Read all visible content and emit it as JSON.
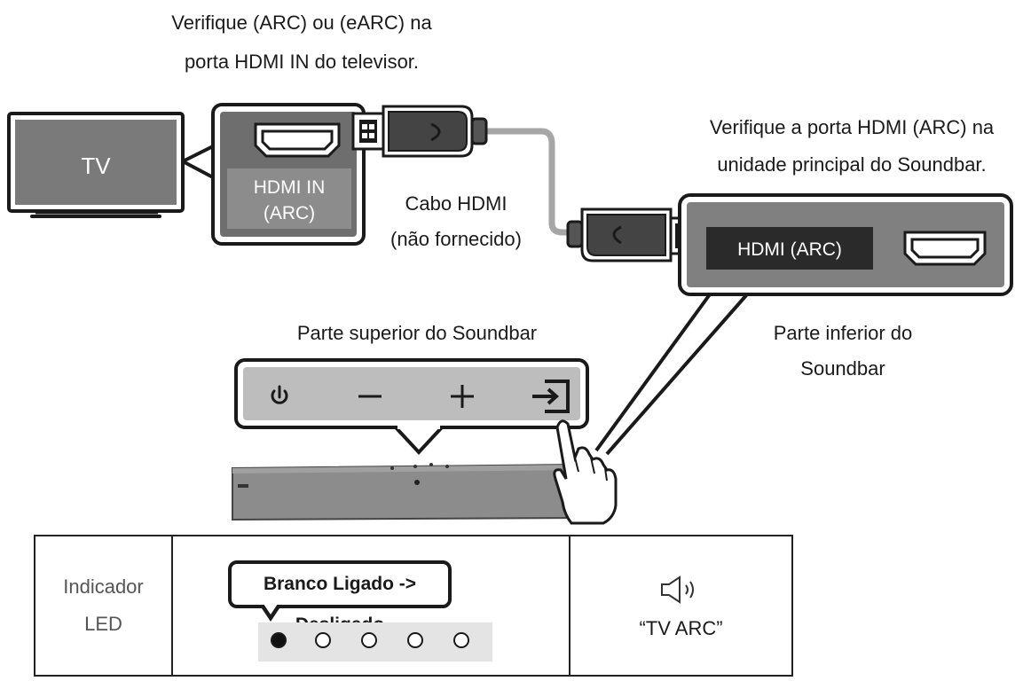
{
  "labels": {
    "tv_port_note_line1": "Verifique (ARC) ou (eARC) na",
    "tv_port_note_line2": "porta HDMI IN do televisor.",
    "soundbar_port_note_line1": "Verifique a porta HDMI (ARC) na",
    "soundbar_port_note_line2": "unidade principal do Soundbar.",
    "cable_line1": "Cabo HDMI",
    "cable_line2": "(não fornecido)",
    "top_of_soundbar": "Parte superior do Soundbar",
    "bottom_of_soundbar_line1": "Parte inferior do",
    "bottom_of_soundbar_line2": "Soundbar"
  },
  "tv": {
    "label": "TV"
  },
  "tv_port": {
    "line1": "HDMI IN",
    "line2": "(ARC)"
  },
  "soundbar_port": {
    "label": "HDMI (ARC)"
  },
  "buttons": [
    {
      "name": "power-button",
      "icon": "power-icon"
    },
    {
      "name": "volume-down-button",
      "icon": "minus-icon"
    },
    {
      "name": "volume-up-button",
      "icon": "plus-icon"
    },
    {
      "name": "source-button",
      "icon": "source-input-icon"
    }
  ],
  "led_table": {
    "header_line1": "Indicador",
    "header_line2": "LED",
    "callout": "Branco Ligado -> Desligado",
    "leds": [
      "on",
      "off",
      "off",
      "off",
      "off"
    ],
    "voice_prompt": "“TV ARC”",
    "speaker_icon": "speaker-sound-icon"
  },
  "colors": {
    "line": "#1a1a1a",
    "port_panel": "#6e6e6e",
    "soundbar_panel": "#808080",
    "soundbar_body": "#8c8c8c",
    "cable": "#a6a6a6"
  }
}
